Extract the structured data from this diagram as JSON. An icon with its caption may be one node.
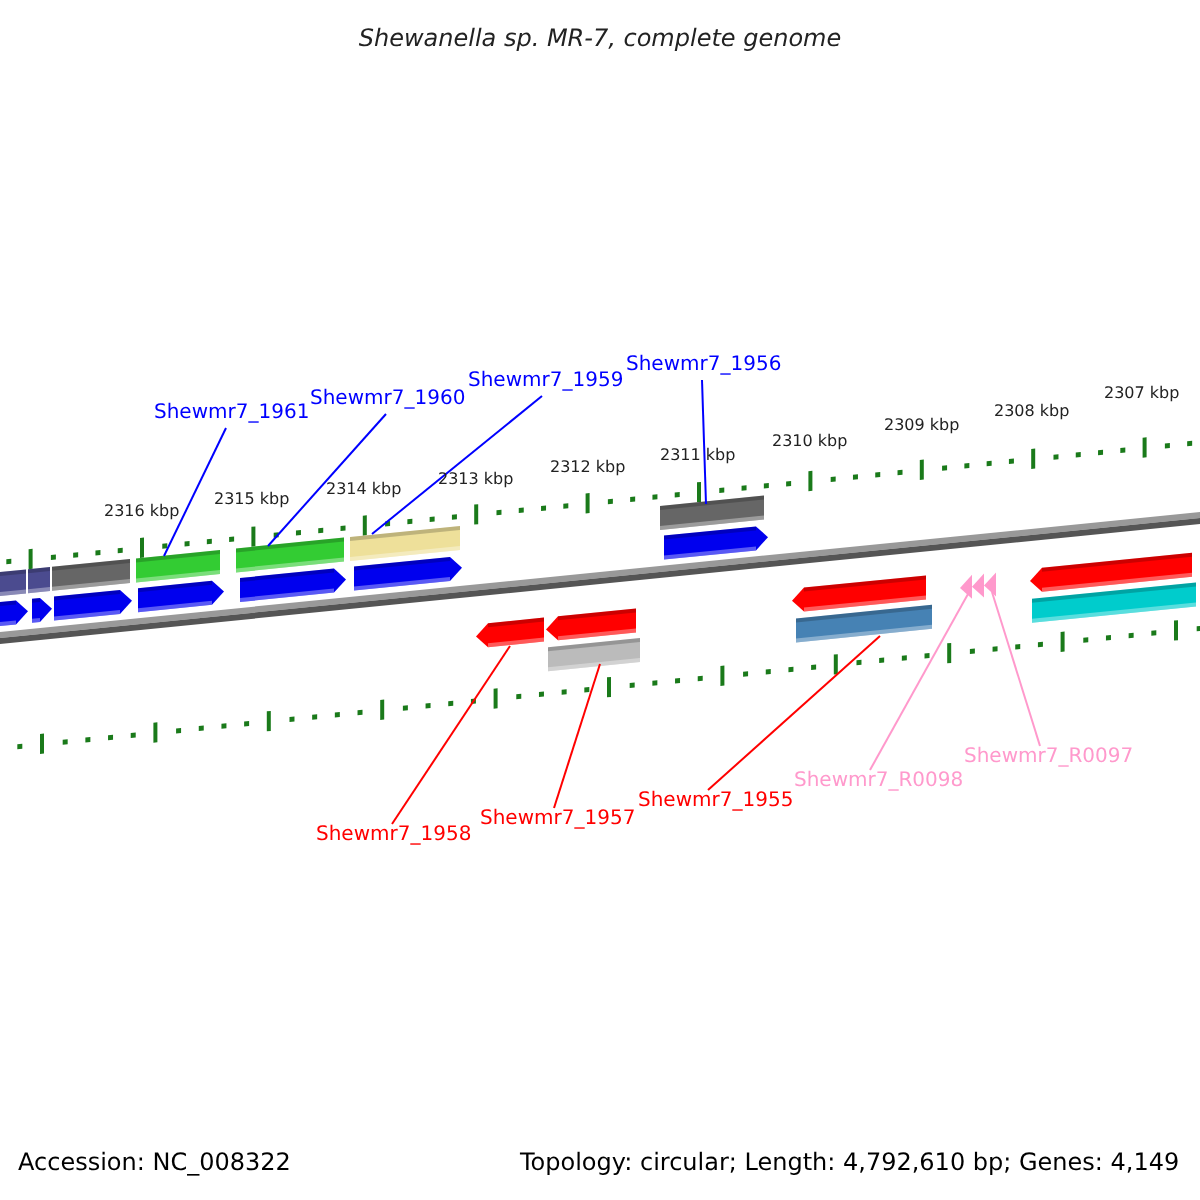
{
  "diagram": {
    "title": "Shewanella sp. MR-7, complete genome",
    "nodes": [
      {
        "text": [
          "Shewmr7_1961"
        ]
      },
      {
        "text": [
          "Shewmr7_1960"
        ]
      },
      {
        "text": [
          "Shewmr7_1959"
        ]
      },
      {
        "text": [
          "Shewmr7_1956"
        ]
      },
      {
        "text": [
          "Shewmr7_1958"
        ]
      },
      {
        "text": [
          "Shewmr7_1957"
        ]
      },
      {
        "text": [
          "Shewmr7_1955"
        ]
      },
      {
        "text": [
          "Shewmr7_R0098"
        ]
      },
      {
        "text": [
          "Shewmr7_R0097"
        ]
      },
      {
        "text": [],
        "shape": "box"
      },
      {
        "text": [],
        "shape": "box"
      },
      {
        "text": [],
        "shape": "box"
      },
      {
        "text": [],
        "shape": "box"
      },
      {
        "text": [],
        "shape": "box"
      },
      {
        "text": [],
        "shape": "box"
      },
      {
        "text": [],
        "shape": "box"
      },
      {
        "text": [],
        "shape": "box"
      },
      {
        "text": [],
        "shape": "box"
      },
      {
        "text": [],
        "shape": "box"
      },
      {
        "text": [],
        "shape": "box"
      },
      {
        "text": [],
        "shape": "box"
      },
      {
        "text": [],
        "shape": "box"
      },
      {
        "text": [],
        "shape": "box"
      },
      {
        "text": [],
        "shape": "box"
      },
      {
        "text": [],
        "shape": "box"
      },
      {
        "text": [],
        "shape": "box"
      },
      {
        "text": [],
        "shape": "box"
      },
      {
        "text": [],
        "shape": "box"
      },
      {
        "text": [],
        "shape": "box"
      },
      {
        "text": [],
        "shape": "box"
      },
      {
        "text": [],
        "shape": "triangle"
      },
      {
        "text": [],
        "shape": "triangle"
      },
      {
        "text": [],
        "shape": "triangle"
      }
    ],
    "edges": [
      {
        "from": 0,
        "to": 12,
        "arrow": "none"
      },
      {
        "from": 1,
        "to": 13,
        "arrow": "none"
      },
      {
        "from": 2,
        "to": 14,
        "arrow": "none"
      },
      {
        "from": 3,
        "to": 15,
        "arrow": "none"
      },
      {
        "from": 4,
        "to": 23,
        "arrow": "none",
        "color": "#ff0000"
      },
      {
        "from": 5,
        "to": 27,
        "arrow": "none",
        "color": "#ff0000"
      },
      {
        "from": 6,
        "to": 28,
        "arrow": "none",
        "color": "#ff0000"
      },
      {
        "from": 7,
        "to": 30,
        "arrow": "none",
        "color": "#ff99cc"
      },
      {
        "from": 8,
        "to": 32,
        "arrow": "none",
        "color": "#ff99cc"
      }
    ],
    "labels": [
      "2316 kbp",
      "2315 kbp",
      "2314 kbp",
      "2313 kbp",
      "2312 kbp",
      "2311 kbp",
      "2310 kbp",
      "2309 kbp",
      "2308 kbp",
      "2307 kbp",
      "Accession: NC_008322",
      "Topology: circular; Length: 4,792,610 bp; Genes: 4,149"
    ]
  }
}
